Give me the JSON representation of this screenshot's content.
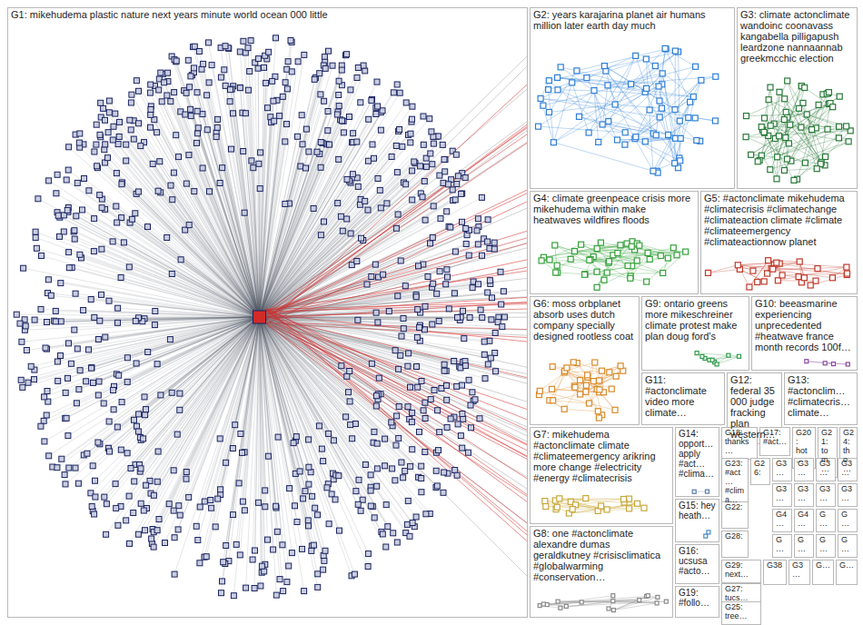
{
  "diagram": {
    "nodes": [
      {
        "text": [
          "G1: mikehudema plastic nature next years minute world ocean 000 little"
        ]
      },
      {
        "text": [
          "G2: years karajarina planet air humans million later earth day much"
        ]
      },
      {
        "text": [
          "G3: climate actonclimate wandoinc coonavass kangabella pilligapush leardzone nannaannab greekmcchic election"
        ]
      },
      {
        "text": [
          "G4: climate greenpeace crisis more mikehudema within make heatwaves wildfires floods"
        ]
      },
      {
        "text": [
          "G5: #actonclimate mikehudema #climatecrisis #climatechange #climateaction climate #climate #climateemergency #climateactionnow planet"
        ]
      },
      {
        "text": [
          "G6: moss orbplanet absorb uses dutch company specially designed rootless coat"
        ]
      },
      {
        "text": [
          "G9: ontario greens more mikeschreiner climate protest make plan doug ford's"
        ]
      },
      {
        "text": [
          "G10: beeasmarine experiencing unprecedented #heatwave france month records 100f…"
        ]
      },
      {
        "text": [
          "G11: #actonclimate video more climate…"
        ]
      },
      {
        "text": [
          "G12: federal 35 000 judge fracking plan western…"
        ]
      },
      {
        "text": [
          "G13: #actonclim… #climatecris… climate…"
        ]
      },
      {
        "text": [
          "G7: mikehudema #actonclimate climate #climateemergency arikring more change #electricity #energy #climatecrisis"
        ]
      },
      {
        "text": [
          "G8: one #actonclimate alexandre dumas geraldkutney #crisisclimatica #globalwarming #conservation…"
        ]
      },
      {
        "text": [
          "G14: opport… apply #act… #clima…"
        ]
      },
      {
        "text": [
          "G18: thanks…"
        ]
      },
      {
        "text": [
          "G17: #act…"
        ]
      },
      {
        "text": [
          "G20: hot…"
        ]
      },
      {
        "text": [
          "G21: tom…"
        ]
      },
      {
        "text": [
          "G24: tho…"
        ]
      },
      {
        "text": [
          "G23: #act… #clima…"
        ]
      },
      {
        "text": [
          "G26:"
        ]
      },
      {
        "text": [
          "G15: hey heath…"
        ]
      },
      {
        "text": [
          "G22:"
        ]
      },
      {
        "text": [
          "G28:"
        ]
      },
      {
        "text": [
          "G16: ucsusa #acto…"
        ]
      },
      {
        "text": [
          "G29: next…"
        ]
      },
      {
        "text": [
          "G27: tucs…"
        ]
      },
      {
        "text": [
          "G25: tree…"
        ]
      },
      {
        "text": [
          "G19: #follo…"
        ]
      },
      {
        "text": [
          "G3…"
        ]
      },
      {
        "text": [
          "G3…"
        ]
      },
      {
        "text": [
          "G3…"
        ]
      },
      {
        "text": [
          "G3…"
        ]
      },
      {
        "text": [
          "G3…"
        ]
      },
      {
        "text": [
          "G3…"
        ]
      },
      {
        "text": [
          "G3…"
        ]
      },
      {
        "text": [
          "G3…"
        ]
      },
      {
        "text": [
          "G4…"
        ]
      },
      {
        "text": [
          "G4…"
        ]
      },
      {
        "text": [
          "G…"
        ]
      },
      {
        "text": [
          "G…"
        ]
      },
      {
        "text": [
          "G…"
        ]
      },
      {
        "text": [
          "G…"
        ]
      },
      {
        "text": [
          "G…"
        ]
      },
      {
        "text": [
          "G…"
        ]
      },
      {
        "text": [
          "G38"
        ]
      },
      {
        "text": [
          "G3…"
        ]
      },
      {
        "text": [
          "G…"
        ]
      },
      {
        "text": [
          "G…"
        ]
      }
    ]
  }
}
